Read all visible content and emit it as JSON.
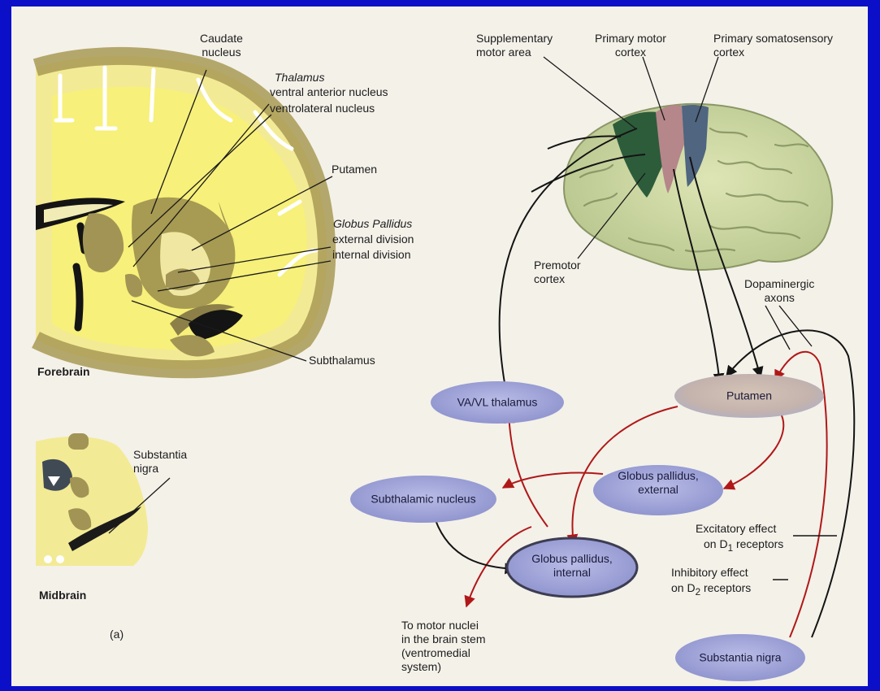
{
  "left_panel": {
    "caudate": "Caudate\nnucleus",
    "thalamus_title": "Thalamus",
    "thalamus_va": "ventral anterior nucleus",
    "thalamus_vl": "ventrolateral nucleus",
    "putamen": "Putamen",
    "globus_title": "Globus Pallidus",
    "globus_ext": "external division",
    "globus_int": "internal division",
    "subthalamus": "Subthalamus",
    "forebrain": "Forebrain",
    "substantia_nigra": "Substantia\nnigra",
    "midbrain": "Midbrain",
    "panel_letter": "(a)"
  },
  "cortex_labels": {
    "supplementary": "Supplementary\nmotor area",
    "primary_motor": "Primary motor\ncortex",
    "primary_somato": "Primary somatosensory\ncortex",
    "premotor": "Premotor\ncortex"
  },
  "nodes": {
    "va_vl": "VA/VL thalamus",
    "putamen": "Putamen",
    "gp_external": "Globus pallidus,\nexternal",
    "subthalamic": "Subthalamic nucleus",
    "gp_internal": "Globus pallidus,\ninternal",
    "substantia_nigra": "Substantia nigra"
  },
  "annotations": {
    "dopaminergic": "Dopaminergic\naxons",
    "excitatory_1": "Excitatory effect",
    "excitatory_2": "on D",
    "excitatory_sub": "1",
    "excitatory_3": " receptors",
    "inhibitory_1": "Inhibitory effect",
    "inhibitory_2": "on D",
    "inhibitory_sub": "2",
    "inhibitory_3": " receptors",
    "motor_nuclei": "To motor nuclei\nin the brain stem\n(ventromedial\nsystem)"
  },
  "colors": {
    "frame": "#0b10c8",
    "excitatory_arrow": "#b01818",
    "inhibitory_arrow": "#141414",
    "node_fill": "#9ca0d4",
    "putamen_fill": "#c9b3a4"
  }
}
